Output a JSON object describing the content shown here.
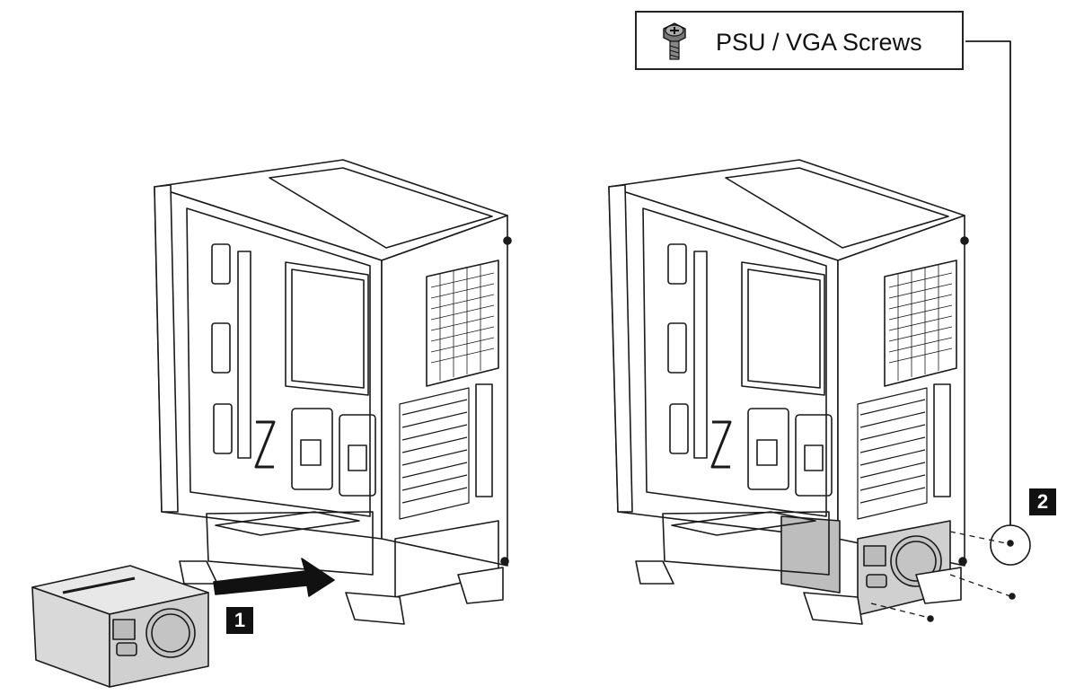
{
  "label_box": {
    "text": "PSU / VGA Screws",
    "icon": "screw-icon"
  },
  "steps": {
    "step1": "1",
    "step2": "2"
  },
  "colors": {
    "line": "#1a1a1a",
    "psu_fill": "#d9d9d9",
    "shade": "#bdbdbd",
    "arrow": "#111111"
  }
}
